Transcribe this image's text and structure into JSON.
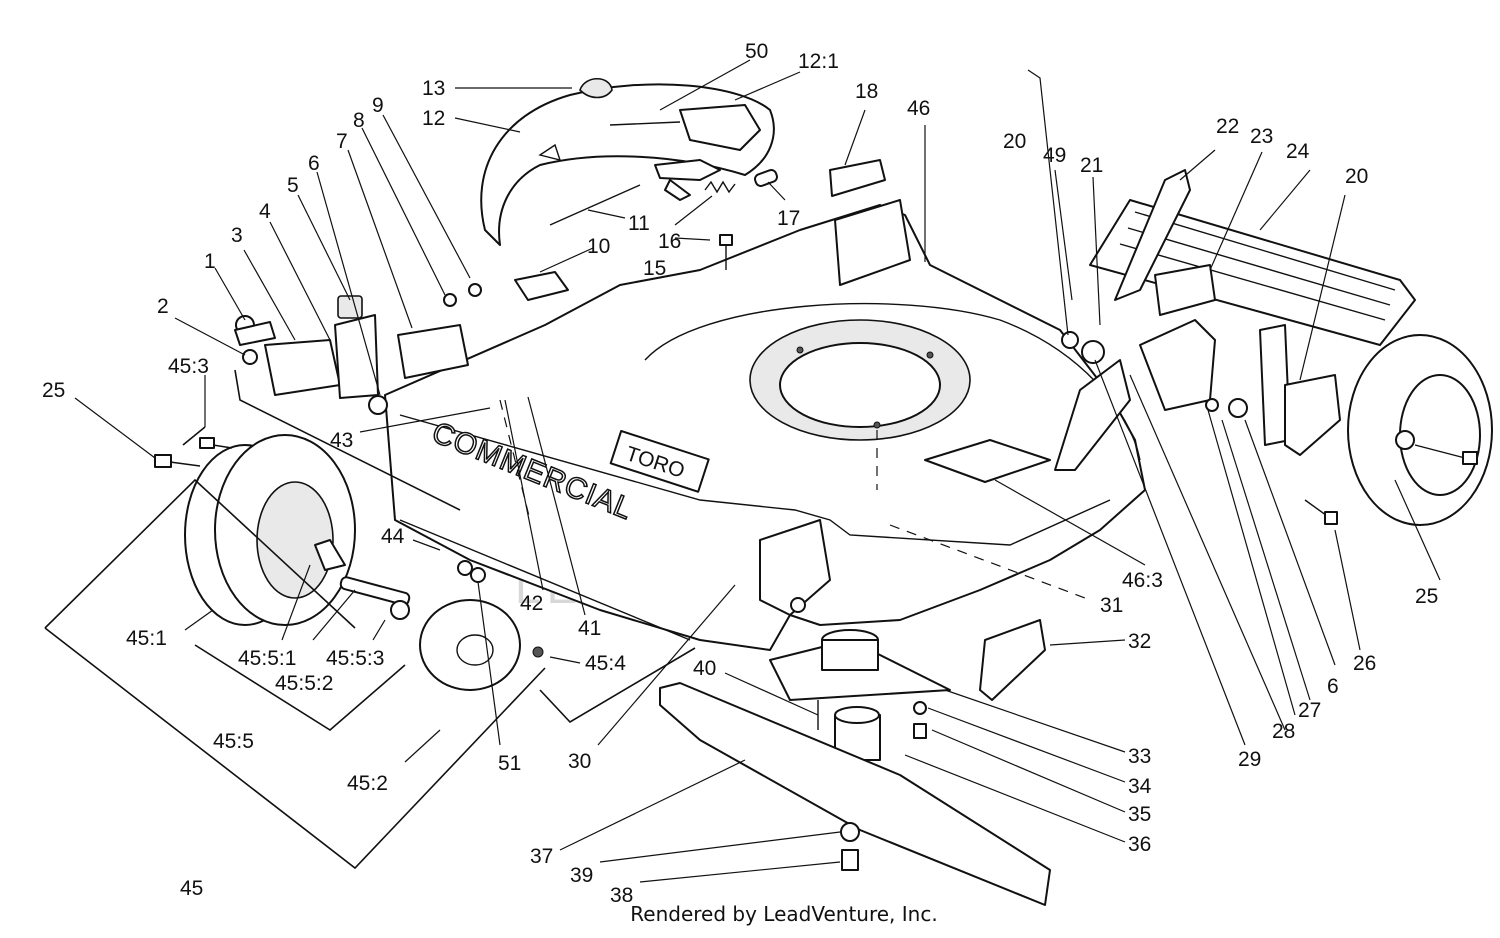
{
  "labels": {
    "p1": "1",
    "p2": "2",
    "p3": "3",
    "p4": "4",
    "p5": "5",
    "p6": "6",
    "p6b": "6",
    "p7": "7",
    "p8": "8",
    "p9": "9",
    "p10": "10",
    "p11": "11",
    "p12": "12",
    "p12_1": "12:1",
    "p13": "13",
    "p15": "15",
    "p16": "16",
    "p17": "17",
    "p18": "18",
    "p20": "20",
    "p20b": "20",
    "p21": "21",
    "p22": "22",
    "p23": "23",
    "p24": "24",
    "p25": "25",
    "p25b": "25",
    "p26": "26",
    "p27": "27",
    "p28": "28",
    "p29": "29",
    "p30": "30",
    "p31": "31",
    "p32": "32",
    "p33": "33",
    "p34": "34",
    "p35": "35",
    "p36": "36",
    "p37": "37",
    "p38": "38",
    "p39": "39",
    "p40": "40",
    "p41": "41",
    "p42": "42",
    "p43": "43",
    "p44": "44",
    "p45": "45",
    "p45_1": "45:1",
    "p45_2": "45:2",
    "p45_3": "45:3",
    "p45_4": "45:4",
    "p45_5": "45:5",
    "p45_5_1": "45:5:1",
    "p45_5_2": "45:5:2",
    "p45_5_3": "45:5:3",
    "p46": "46",
    "p46_3": "46:3",
    "p49": "49",
    "p50": "50",
    "p51": "51"
  },
  "deck_text": {
    "commercial": "COMMERCIAL",
    "brand": "TORO"
  },
  "watermark": "LEADVENTURE",
  "credit": "Rendered by LeadVenture, Inc."
}
